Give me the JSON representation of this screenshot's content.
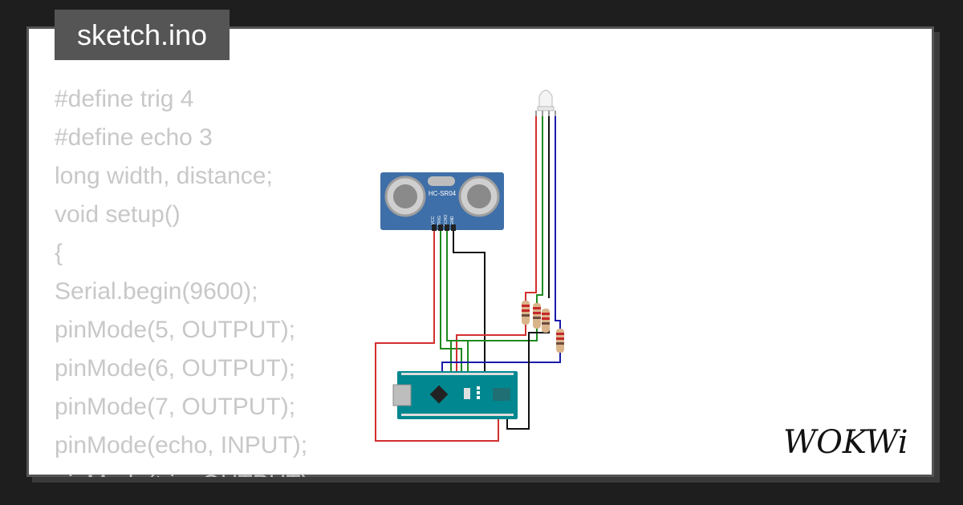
{
  "file_tab": {
    "label": "sketch.ino"
  },
  "code": {
    "lines": [
      "#define trig 4",
      "#define echo 3",
      "long width, distance;",
      "void setup()",
      "{",
      "Serial.begin(9600);",
      "pinMode(5, OUTPUT);",
      "pinMode(6, OUTPUT);",
      "pinMode(7, OUTPUT);",
      "pinMode(echo, INPUT);",
      "pinMode(trig, OUTPUT);"
    ]
  },
  "sensor": {
    "label": "HC-SR04",
    "pins": [
      "VCC",
      "TRIG",
      "ECHO",
      "GND"
    ]
  },
  "board": {
    "name": "Arduino Nano"
  },
  "led": {
    "name": "RGB LED"
  },
  "logo": {
    "text": "WOKWi"
  },
  "colors": {
    "background": "#1e1e1e",
    "card": "#ffffff",
    "tab": "#555555",
    "code_text": "#c8c8c8",
    "wire_red": "#d32f2f",
    "wire_green": "#1e8a1e",
    "wire_blue": "#1a1aaa",
    "wire_black": "#111111",
    "sensor_blue": "#3f6fa8",
    "board_teal": "#00878f"
  }
}
